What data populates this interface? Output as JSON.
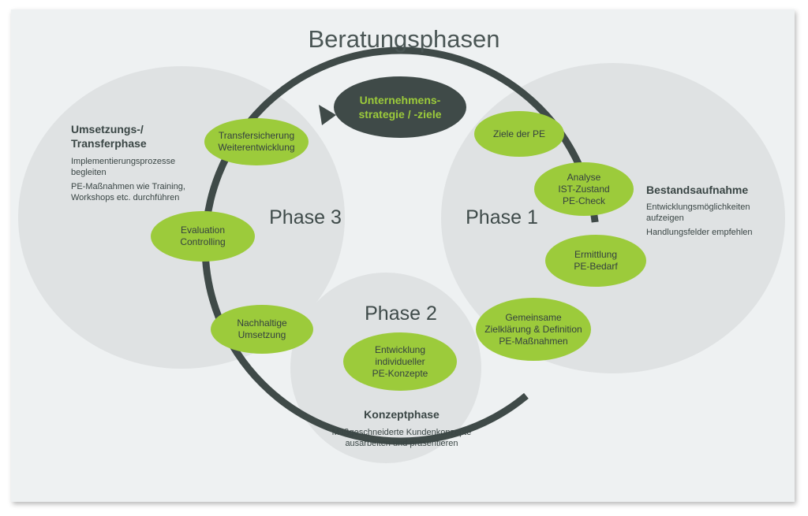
{
  "title": "Beratungsphasen",
  "center_node": "Unternehmens-\nstrategie / -ziele",
  "phases": {
    "phase1": "Phase 1",
    "phase2": "Phase 2",
    "phase3": "Phase 3"
  },
  "nodes": {
    "ziele": "Ziele der PE",
    "analyse": "Analyse\nIST-Zustand\nPE-Check",
    "ermittlung": "Ermittlung\nPE-Bedarf",
    "gemeinsame": "Gemeinsame\nZielklärung & Definition\nPE-Maßnahmen",
    "entwicklung": "Entwicklung\nindividueller\nPE-Konzepte",
    "nachhaltige": "Nachhaltige\nUmsetzung",
    "evaluation": "Evaluation\nControlling",
    "transfer": "Transfersicherung\nWeiterentwicklung"
  },
  "blocks": {
    "bestandsaufnahme": {
      "title": "Bestandsaufnahme",
      "line1": "Entwicklungsmöglichkeiten\naufzeigen",
      "line2": "Handlungsfelder empfehlen"
    },
    "konzeptphase": {
      "title": "Konzeptphase",
      "line1": "Maßgeschneiderte Kundenkonzepte\nausarbeiten und präsentieren"
    },
    "umsetzung": {
      "title": "Umsetzungs-/\nTransferphase",
      "line1": "Implementierungsprozesse\nbegleiten",
      "line2": "PE-Maßnahmen wie Training,\nWorkshops etc. durchführen"
    }
  },
  "colors": {
    "background_card": "#eef1f2",
    "phase_circle": "#dfe2e3",
    "ring": "#3f4a48",
    "node_green": "#9ccb3b",
    "center_dark": "#3f4a48",
    "center_text": "#9ccb3b"
  }
}
